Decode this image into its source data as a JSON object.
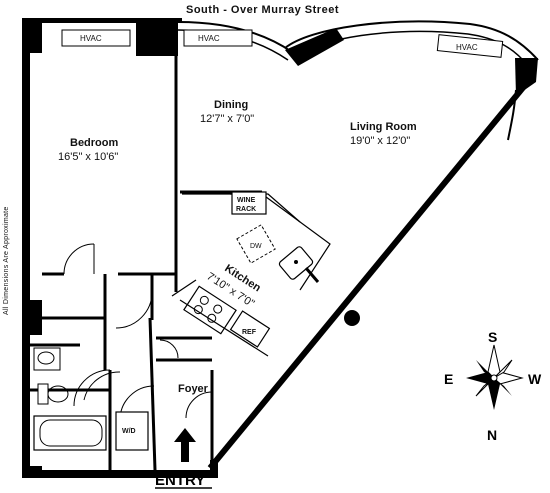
{
  "header": {
    "street": "South - Over Murray Street"
  },
  "side_note": "All Dimensions Are Approximate",
  "hvac": [
    "HVAC",
    "HVAC",
    "HVAC"
  ],
  "rooms": {
    "bedroom": {
      "name": "Bedroom",
      "dims": "16'5\" x 10'6\""
    },
    "dining": {
      "name": "Dining",
      "dims": "12'7\" x 7'0\""
    },
    "living": {
      "name": "Living Room",
      "dims": "19'0\" x 12'0\""
    },
    "kitchen": {
      "name": "Kitchen",
      "dims": "7'10\" x 7'0\""
    },
    "foyer": {
      "name": "Foyer"
    }
  },
  "fixtures": {
    "wine_line1": "WINE",
    "wine_line2": "RACK",
    "dw": "DW",
    "ref": "REF",
    "wd": "W/D"
  },
  "entry": "ENTRY",
  "compass": {
    "n": "N",
    "s": "S",
    "e": "E",
    "w": "W"
  }
}
